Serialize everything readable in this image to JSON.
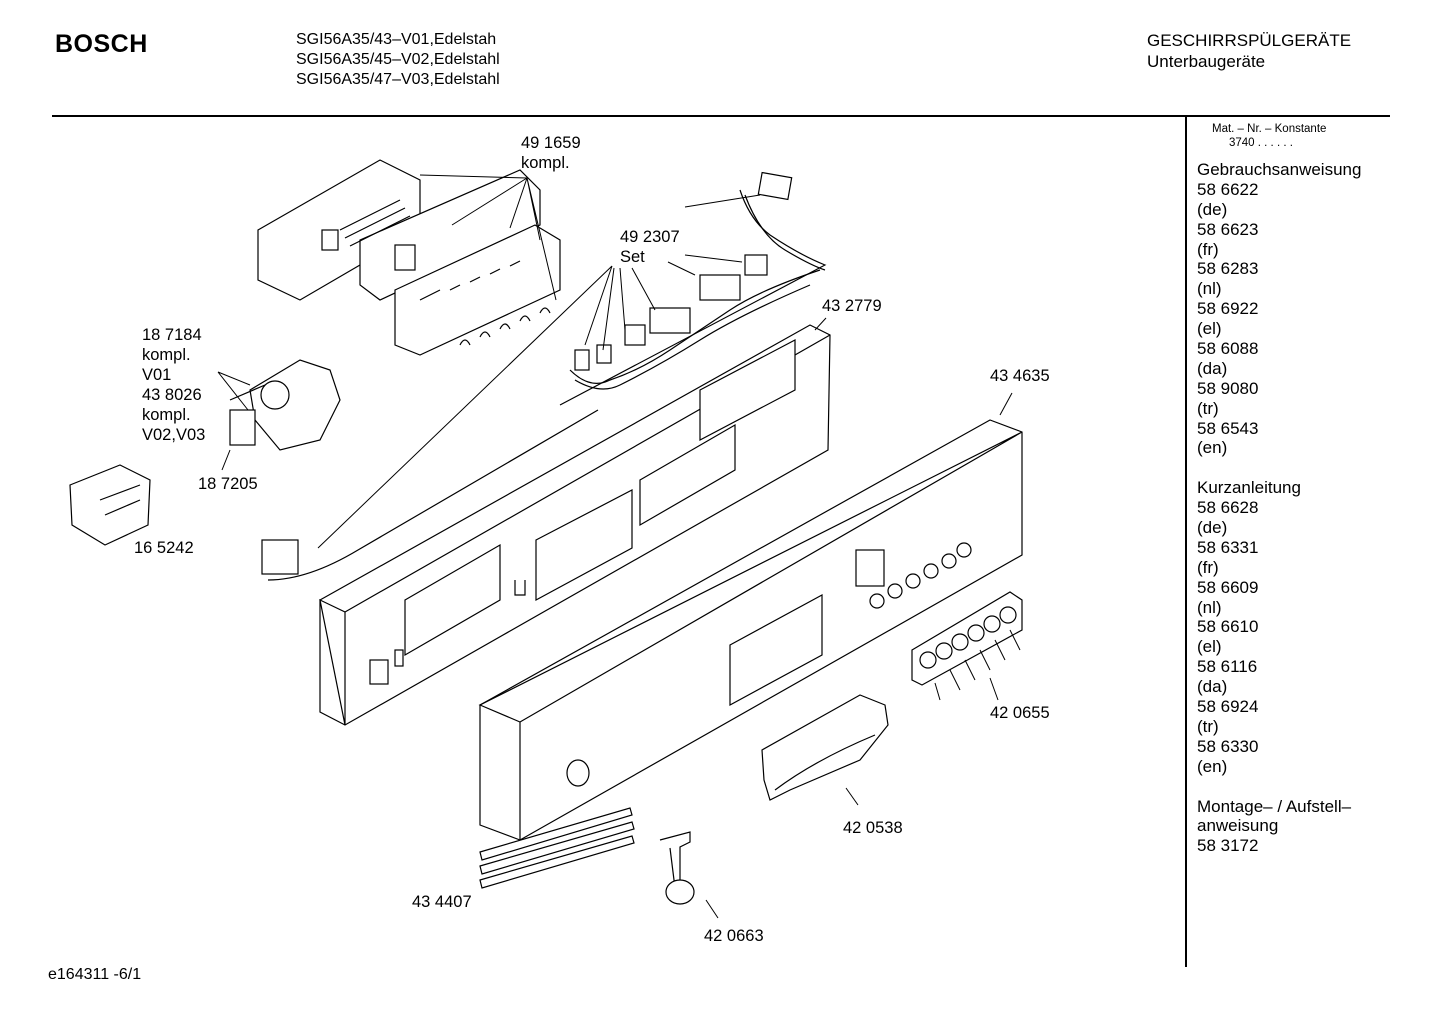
{
  "header": {
    "brand": "BOSCH",
    "models": [
      "SGI56A35/43–V01,Edelstah",
      "SGI56A35/45–V02,Edelstahl",
      "SGI56A35/47–V03,Edelstahl"
    ],
    "category": [
      "GESCHIRRSPÜLGERÄTE",
      "Unterbaugeräte"
    ]
  },
  "sidebar": {
    "mat_no": [
      "Mat. – Nr. – Konstante",
      "3740  .  .   .  .  .  ."
    ],
    "lines": [
      "Gebrauchsanweisung",
      "58 6622",
      "(de)",
      "58 6623",
      "(fr)",
      "58 6283",
      "(nl)",
      "58 6922",
      "(el)",
      "58 6088",
      "(da)",
      "58 9080",
      "(tr)",
      "58 6543",
      "(en)",
      "",
      "Kurzanleitung",
      "58 6628",
      "(de)",
      "58 6331",
      "(fr)",
      "58 6609",
      "(nl)",
      "58 6610",
      "(el)",
      "58 6116",
      "(da)",
      "58 6924",
      "(tr)",
      "58 6330",
      "(en)",
      "",
      "Montage– / Aufstell–",
      "anweisung",
      "58 3172"
    ]
  },
  "parts": [
    {
      "lines": [
        "49 1659",
        "kompl."
      ]
    },
    {
      "lines": [
        "49 2307",
        "Set"
      ]
    },
    {
      "lines": [
        "43 2779"
      ]
    },
    {
      "lines": [
        "18 7184",
        "kompl.",
        "V01",
        "43 8026",
        "kompl.",
        "V02,V03"
      ]
    },
    {
      "lines": [
        "18 7205"
      ]
    },
    {
      "lines": [
        "16 5242"
      ]
    },
    {
      "lines": [
        "43 4635"
      ]
    },
    {
      "lines": [
        "42 0655"
      ]
    },
    {
      "lines": [
        "42 0538"
      ]
    },
    {
      "lines": [
        "43 4407"
      ]
    },
    {
      "lines": [
        "42 0663"
      ]
    }
  ],
  "footer": "e164311 -6/1"
}
